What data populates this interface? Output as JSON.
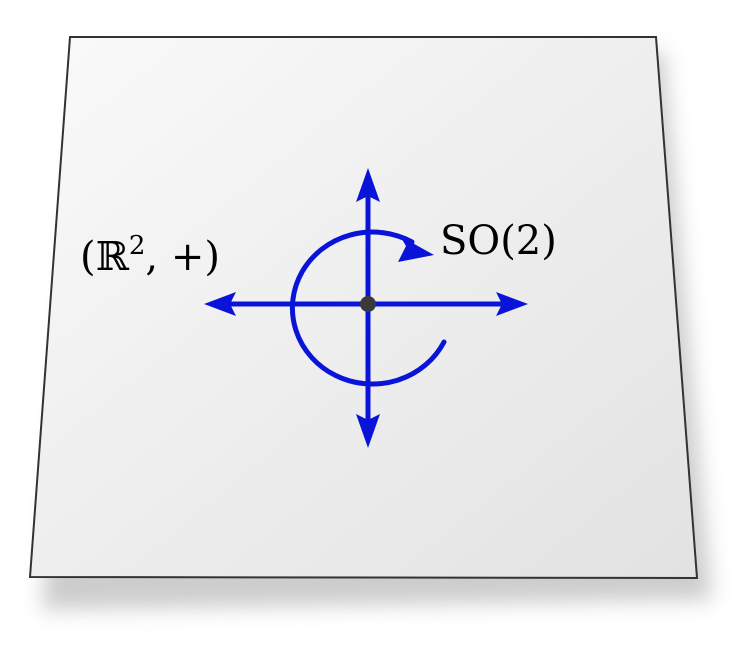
{
  "diagram": {
    "plane_label": {
      "open_paren": "(",
      "set_symbol": "ℝ",
      "exponent": "2",
      "rest": ", +)"
    },
    "rotation_label": "SO(2)",
    "colors": {
      "plane_fill_light": "#fafafa",
      "plane_fill_dark": "#e2e2e2",
      "plane_border": "#333333",
      "shadow": "#c8c8c8",
      "arrow": "#0a14d8",
      "origin_point": "#3a3a3a"
    },
    "icons": {
      "translation_axes": "four-way-arrow-icon",
      "rotation": "circular-arrow-icon",
      "origin": "dot-icon"
    }
  }
}
